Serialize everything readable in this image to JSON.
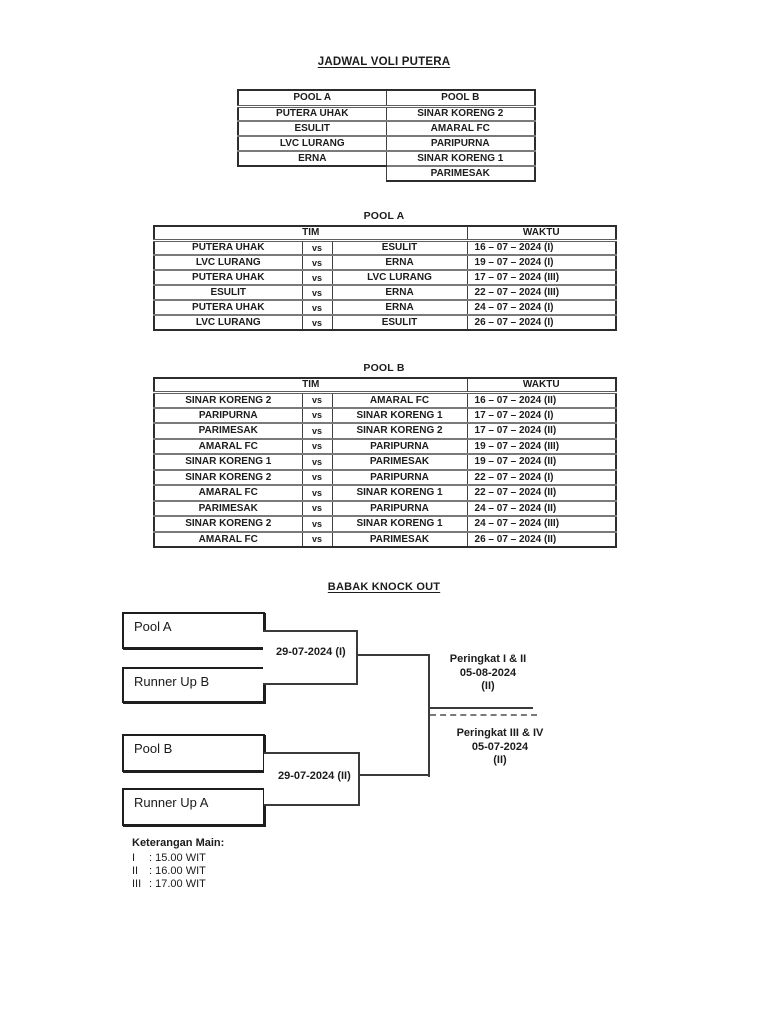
{
  "title": "JADWAL VOLI PUTERA",
  "vs_label": "vs",
  "pools_table": {
    "pool_a_header": "POOL A",
    "pool_b_header": "POOL B",
    "pool_a_teams": [
      "PUTERA UHAK",
      "ESULIT",
      "LVC LURANG",
      "ERNA"
    ],
    "pool_b_teams": [
      "SINAR KORENG 2",
      "AMARAL FC",
      "PARIPURNA",
      "SINAR KORENG 1",
      "PARIMESAK"
    ]
  },
  "pool_a_schedule": {
    "heading": "POOL A",
    "tim_header": "TIM",
    "waktu_header": "WAKTU",
    "rows": [
      {
        "home": "PUTERA UHAK",
        "away": "ESULIT",
        "waktu": "16 – 07 – 2024 (I)"
      },
      {
        "home": "LVC LURANG",
        "away": "ERNA",
        "waktu": "19 – 07 – 2024 (I)"
      },
      {
        "home": "PUTERA UHAK",
        "away": "LVC LURANG",
        "waktu": "17 – 07 – 2024 (III)"
      },
      {
        "home": "ESULIT",
        "away": "ERNA",
        "waktu": "22 – 07 – 2024 (III)"
      },
      {
        "home": "PUTERA UHAK",
        "away": "ERNA",
        "waktu": "24 – 07 – 2024 (I)"
      },
      {
        "home": "LVC LURANG",
        "away": "ESULIT",
        "waktu": "26 – 07 – 2024 (I)"
      }
    ]
  },
  "pool_b_schedule": {
    "heading": "POOL B",
    "tim_header": "TIM",
    "waktu_header": "WAKTU",
    "rows": [
      {
        "home": "SINAR KORENG 2",
        "away": "AMARAL FC",
        "waktu": "16 – 07 – 2024 (II)"
      },
      {
        "home": "PARIPURNA",
        "away": "SINAR KORENG 1",
        "waktu": "17 – 07 – 2024 (I)"
      },
      {
        "home": "PARIMESAK",
        "away": "SINAR KORENG 2",
        "waktu": "17 – 07 – 2024 (II)"
      },
      {
        "home": "AMARAL FC",
        "away": "PARIPURNA",
        "waktu": "19 – 07 – 2024 (III)"
      },
      {
        "home": "SINAR KORENG 1",
        "away": "PARIMESAK",
        "waktu": "19 – 07 – 2024 (II)"
      },
      {
        "home": "SINAR KORENG 2",
        "away": "PARIPURNA",
        "waktu": "22 – 07 – 2024 (I)"
      },
      {
        "home": "AMARAL FC",
        "away": "SINAR KORENG 1",
        "waktu": "22 – 07 – 2024 (II)"
      },
      {
        "home": "PARIMESAK",
        "away": "PARIPURNA",
        "waktu": "24 – 07 – 2024 (II)"
      },
      {
        "home": "SINAR KORENG 2",
        "away": "SINAR KORENG 1",
        "waktu": "24 – 07 – 2024 (III)"
      },
      {
        "home": "AMARAL FC",
        "away": "PARIMESAK",
        "waktu": "26 – 07 – 2024 (II)"
      }
    ]
  },
  "knockout": {
    "heading": "BABAK KNOCK OUT",
    "semifinal_1": {
      "top": "Pool A",
      "bottom": "Runner Up B",
      "date": "29-07-2024 (I)"
    },
    "semifinal_2": {
      "top": "Pool B",
      "bottom": "Runner Up A",
      "date": "29-07-2024 (II)"
    },
    "final": {
      "line1": "Peringkat I & II",
      "line2": "05-08-2024",
      "line3": "(II)"
    },
    "third_place": {
      "line1": "Peringkat III & IV",
      "line2": "05-07-2024",
      "line3": "(II)"
    }
  },
  "legend": {
    "heading": "Keterangan Main:",
    "items": [
      {
        "numeral": "I",
        "value": ": 15.00 WIT"
      },
      {
        "numeral": "II",
        "value": ": 16.00 WIT"
      },
      {
        "numeral": "III",
        "value": ": 17.00 WIT"
      }
    ]
  },
  "colors": {
    "page_background": "#ffffff",
    "text": "#1c1c1c",
    "table_border_dark": "#2d2d2d",
    "table_border_inner": "#7a7a7a",
    "bracket_line": "#3a3a3a",
    "dashed_line": "#7a7a7a"
  }
}
